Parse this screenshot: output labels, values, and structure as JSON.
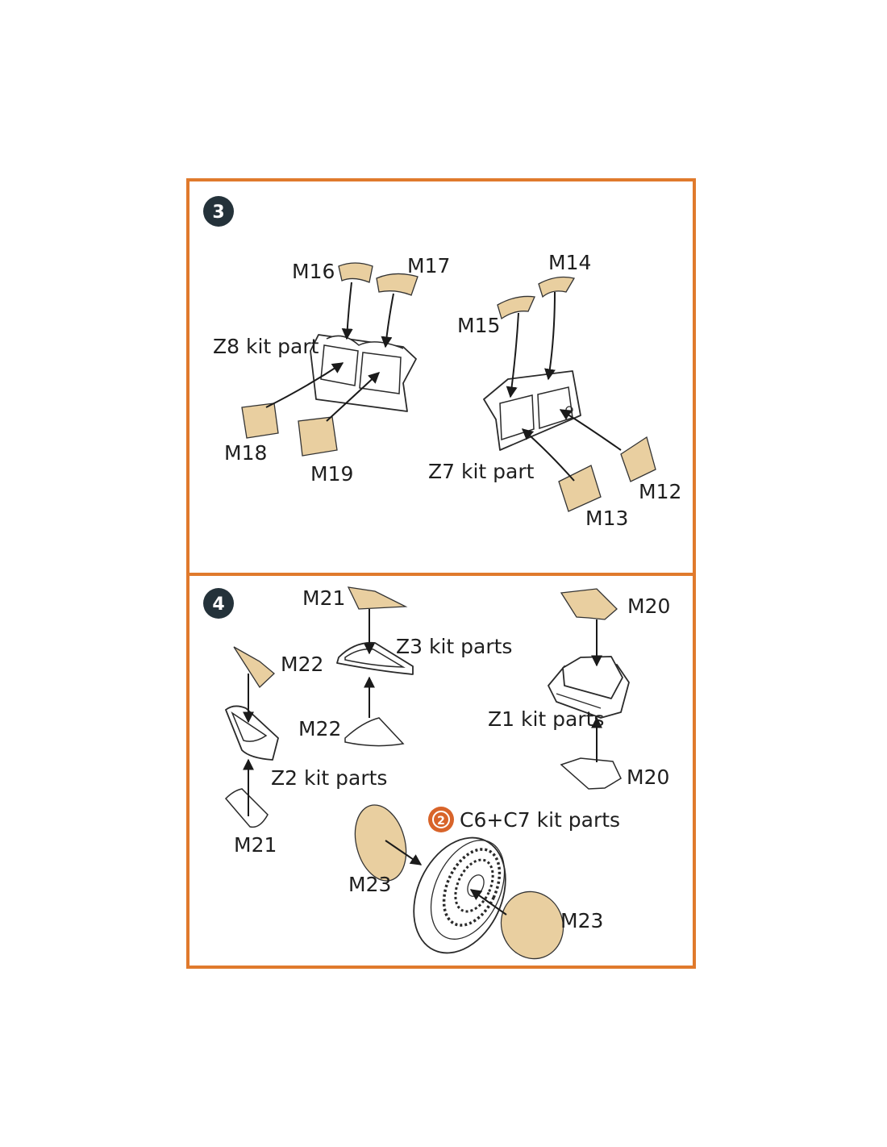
{
  "colors": {
    "frame": "#e07a2c",
    "badge": "#24323a",
    "mask_fill": "#e9cfa0",
    "ref_icon": "#d8642a"
  },
  "step3": {
    "number": "3",
    "labels": {
      "m16": "M16",
      "m17": "M17",
      "z8": "Z8 kit part",
      "m18": "M18",
      "m19": "M19",
      "m14": "M14",
      "m15": "M15",
      "z7": "Z7 kit part",
      "m12": "M12",
      "m13": "M13"
    }
  },
  "step4": {
    "number": "4",
    "ref_icon_number": "2",
    "labels": {
      "m21_top": "M21",
      "z3": "Z3 kit parts",
      "m22_left": "M22",
      "m22_mid": "M22",
      "z2": "Z2 kit parts",
      "m21_bottom": "M21",
      "m20_top": "M20",
      "z1": "Z1 kit parts",
      "m20_bottom": "M20",
      "c6c7": "C6+C7 kit parts",
      "m23_left": "M23",
      "m23_right": "M23"
    }
  }
}
